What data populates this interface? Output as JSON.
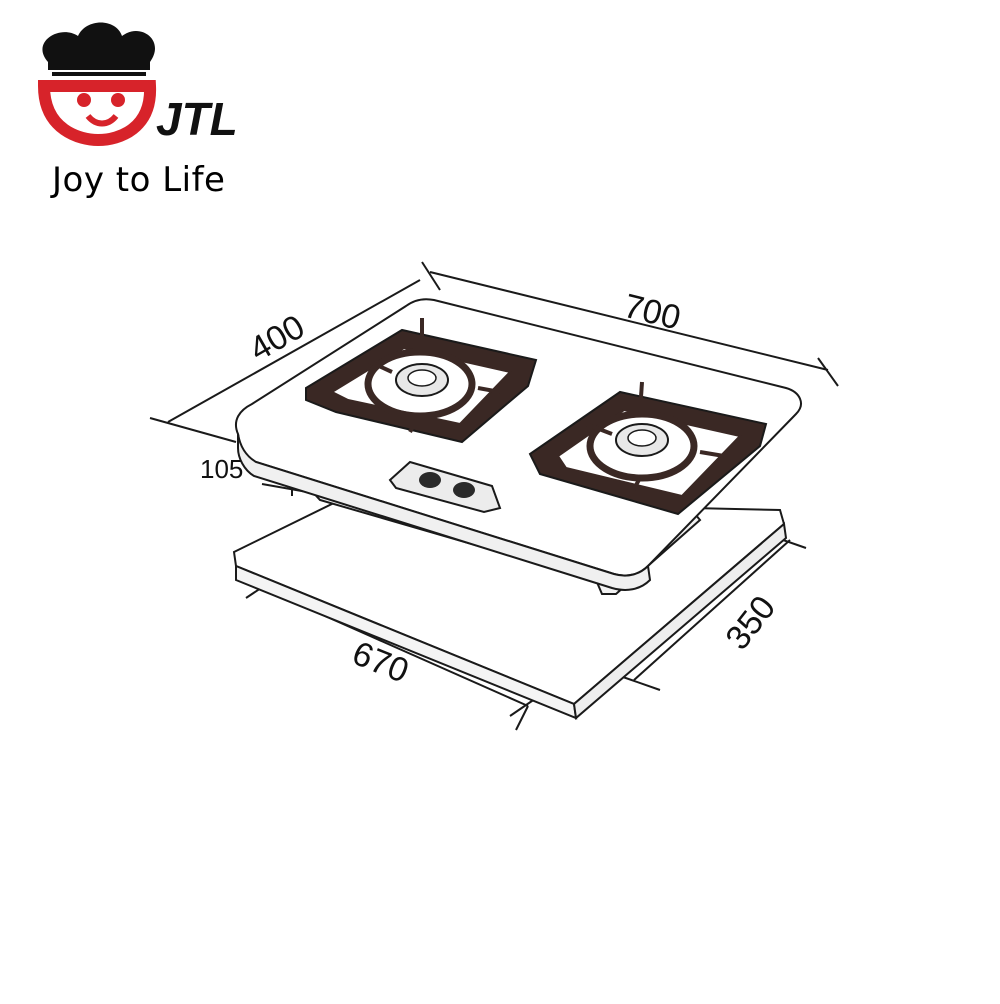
{
  "brand": {
    "wordmark": "JTL",
    "tagline": "Joy to Life",
    "colors": {
      "red": "#d7232a",
      "black": "#111111"
    }
  },
  "dimensions": {
    "width_top": "700",
    "depth_top": "400",
    "height": "105",
    "cutout_width": "670",
    "cutout_depth": "350"
  },
  "colors": {
    "line": "#1a1a1a",
    "grate_fill": "#3a2824",
    "burner_fill": "#e8e8e8"
  }
}
